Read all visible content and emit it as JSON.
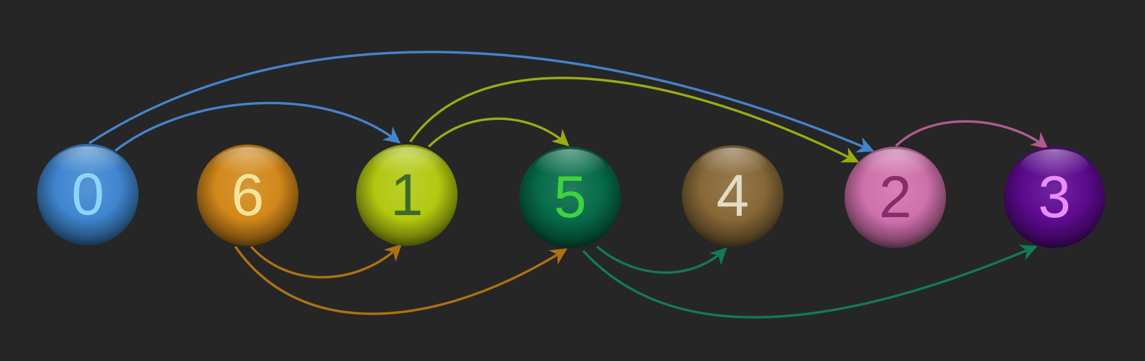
{
  "nodes": [
    {
      "id": "0",
      "label": "0",
      "fill": "#3f86d0",
      "text_color": "#8fd6ff"
    },
    {
      "id": "6",
      "label": "6",
      "fill": "#d2881a",
      "text_color": "#f5e59a"
    },
    {
      "id": "1",
      "label": "1",
      "fill": "#b2c810",
      "text_color": "#3f6b2a"
    },
    {
      "id": "5",
      "label": "5",
      "fill": "#066b48",
      "text_color": "#3fd23f"
    },
    {
      "id": "4",
      "label": "4",
      "fill": "#876837",
      "text_color": "#e1dcc3"
    },
    {
      "id": "2",
      "label": "2",
      "fill": "#d070ac",
      "text_color": "#8a2c6b"
    },
    {
      "id": "3",
      "label": "3",
      "fill": "#5d0a8f",
      "text_color": "#e98dff"
    }
  ],
  "edges": [
    {
      "from": "0",
      "to": "1",
      "color": "#4583cc"
    },
    {
      "from": "0",
      "to": "2",
      "color": "#4583cc"
    },
    {
      "from": "6",
      "to": "1",
      "color": "#ad7115"
    },
    {
      "from": "6",
      "to": "5",
      "color": "#ad7115"
    },
    {
      "from": "1",
      "to": "5",
      "color": "#9aac12"
    },
    {
      "from": "1",
      "to": "2",
      "color": "#9aac12"
    },
    {
      "from": "5",
      "to": "4",
      "color": "#137a57"
    },
    {
      "from": "5",
      "to": "3",
      "color": "#137a57"
    },
    {
      "from": "2",
      "to": "3",
      "color": "#b25a92"
    }
  ]
}
